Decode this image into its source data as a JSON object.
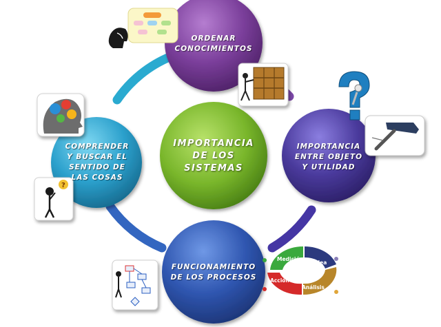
{
  "center": {
    "line1": "IMPORTANCIA",
    "line2": "DE LOS",
    "line3": "SISTEMAS"
  },
  "nodes": {
    "top": {
      "line1": "ORDENAR",
      "line2": "CONOCIMIENTOS"
    },
    "right": {
      "line1": "IMPORTANCIA",
      "line2": "ENTRE OBJETO",
      "line3": "Y UTILIDAD"
    },
    "bottom": {
      "line1": "FUNCIONAMIENTO",
      "line2": "DE LOS PROCESOS"
    },
    "left": {
      "line1": "COMPRENDER",
      "line2": "Y BUSCAR EL",
      "line3": "SENTIDO DE",
      "line4": "LAS COSAS"
    }
  },
  "cycle": {
    "a": "Medición",
    "b": "Idea",
    "c": "Análisis",
    "d": "Acción"
  },
  "colors": {
    "purple": "#7a3e9a",
    "indigo": "#4a3a9c",
    "blue": "#2f56b0",
    "cyan": "#2ba0cc",
    "green": "#79b62b"
  }
}
